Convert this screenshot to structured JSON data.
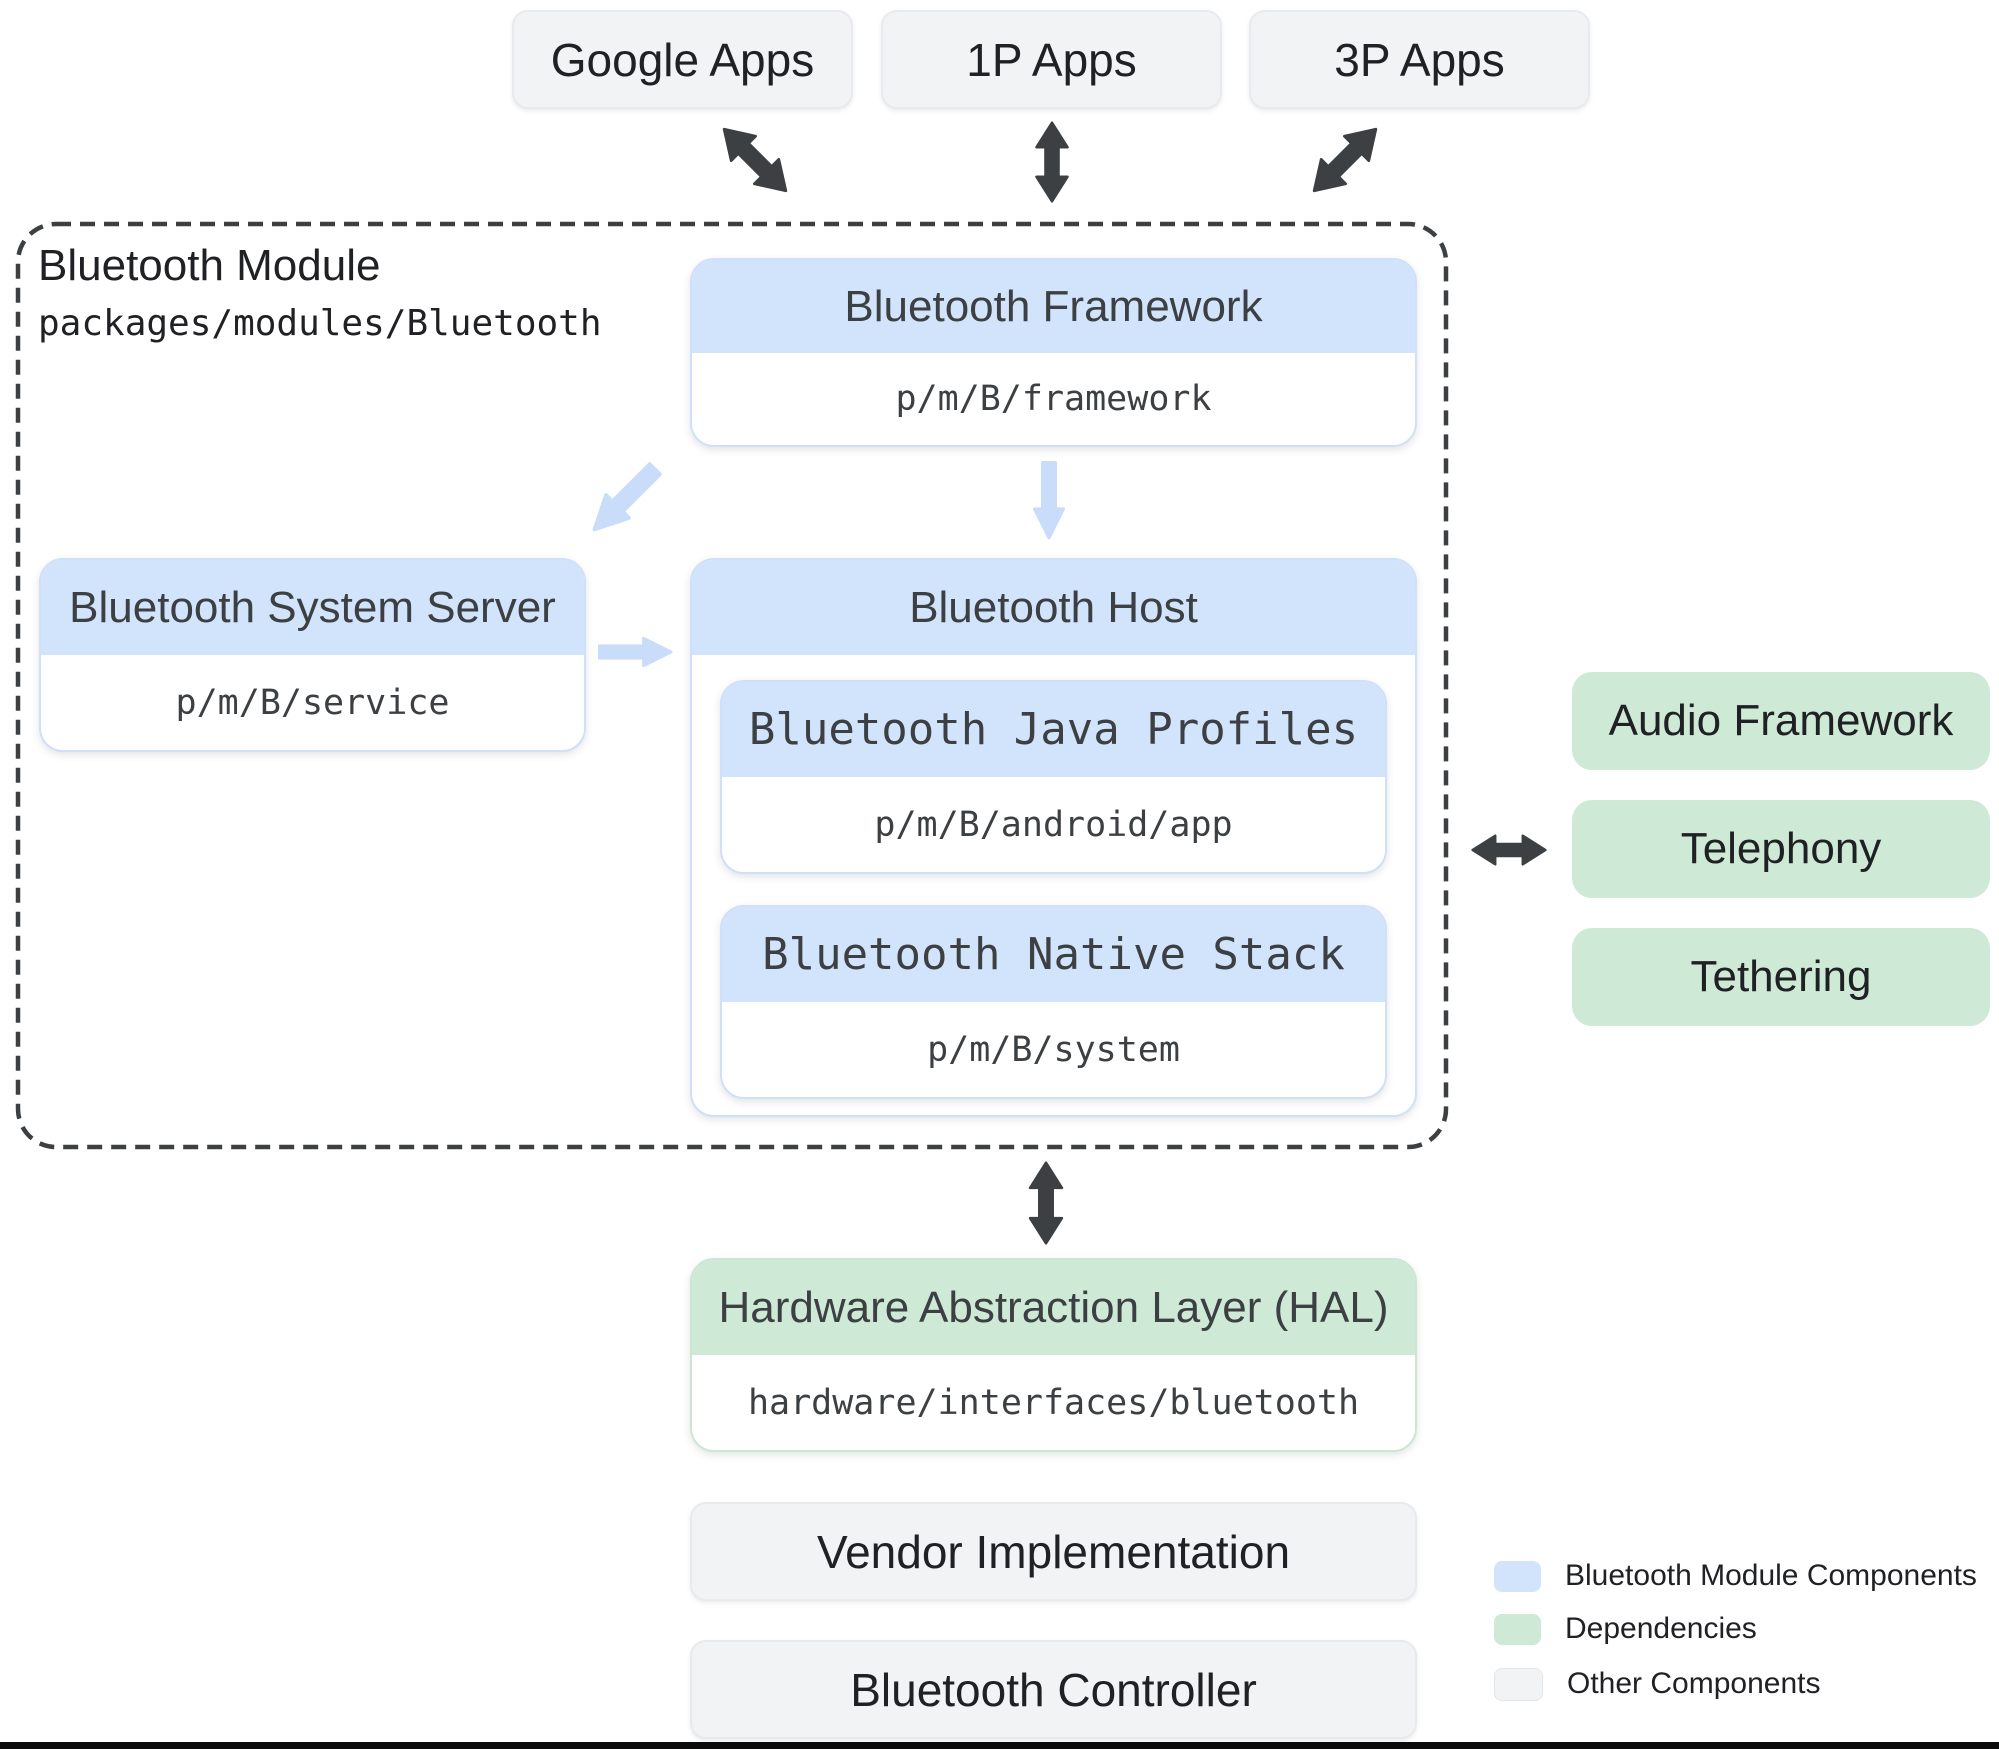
{
  "top_apps": [
    {
      "label": "Google Apps"
    },
    {
      "label": "1P Apps"
    },
    {
      "label": "3P Apps"
    }
  ],
  "module": {
    "title": "Bluetooth Module",
    "path": "packages/modules/Bluetooth",
    "framework": {
      "title": "Bluetooth Framework",
      "path": "p/m/B/framework"
    },
    "system_server": {
      "title": "Bluetooth System Server",
      "path": "p/m/B/service"
    },
    "host": {
      "title": "Bluetooth Host",
      "java_profiles": {
        "title": "Bluetooth Java Profiles",
        "path": "p/m/B/android/app"
      },
      "native_stack": {
        "title": "Bluetooth Native Stack",
        "path": "p/m/B/system"
      }
    }
  },
  "dependencies": [
    {
      "label": "Audio Framework"
    },
    {
      "label": "Telephony"
    },
    {
      "label": "Tethering"
    }
  ],
  "hal": {
    "title": "Hardware Abstraction Layer (HAL)",
    "path": "hardware/interfaces/bluetooth"
  },
  "other_components": [
    {
      "label": "Vendor Implementation"
    },
    {
      "label": "Bluetooth Controller"
    }
  ],
  "legend": [
    {
      "label": "Bluetooth Module Components",
      "color": "#d2e3fc"
    },
    {
      "label": "Dependencies",
      "color": "#ceead6"
    },
    {
      "label": "Other Components",
      "color": "#f1f3f4"
    }
  ],
  "colors": {
    "module_component": "#d2e3fc",
    "dependency": "#ceead6",
    "other": "#f1f3f4",
    "arrow_dark": "#3c4043",
    "arrow_light": "#c9dcf9"
  }
}
